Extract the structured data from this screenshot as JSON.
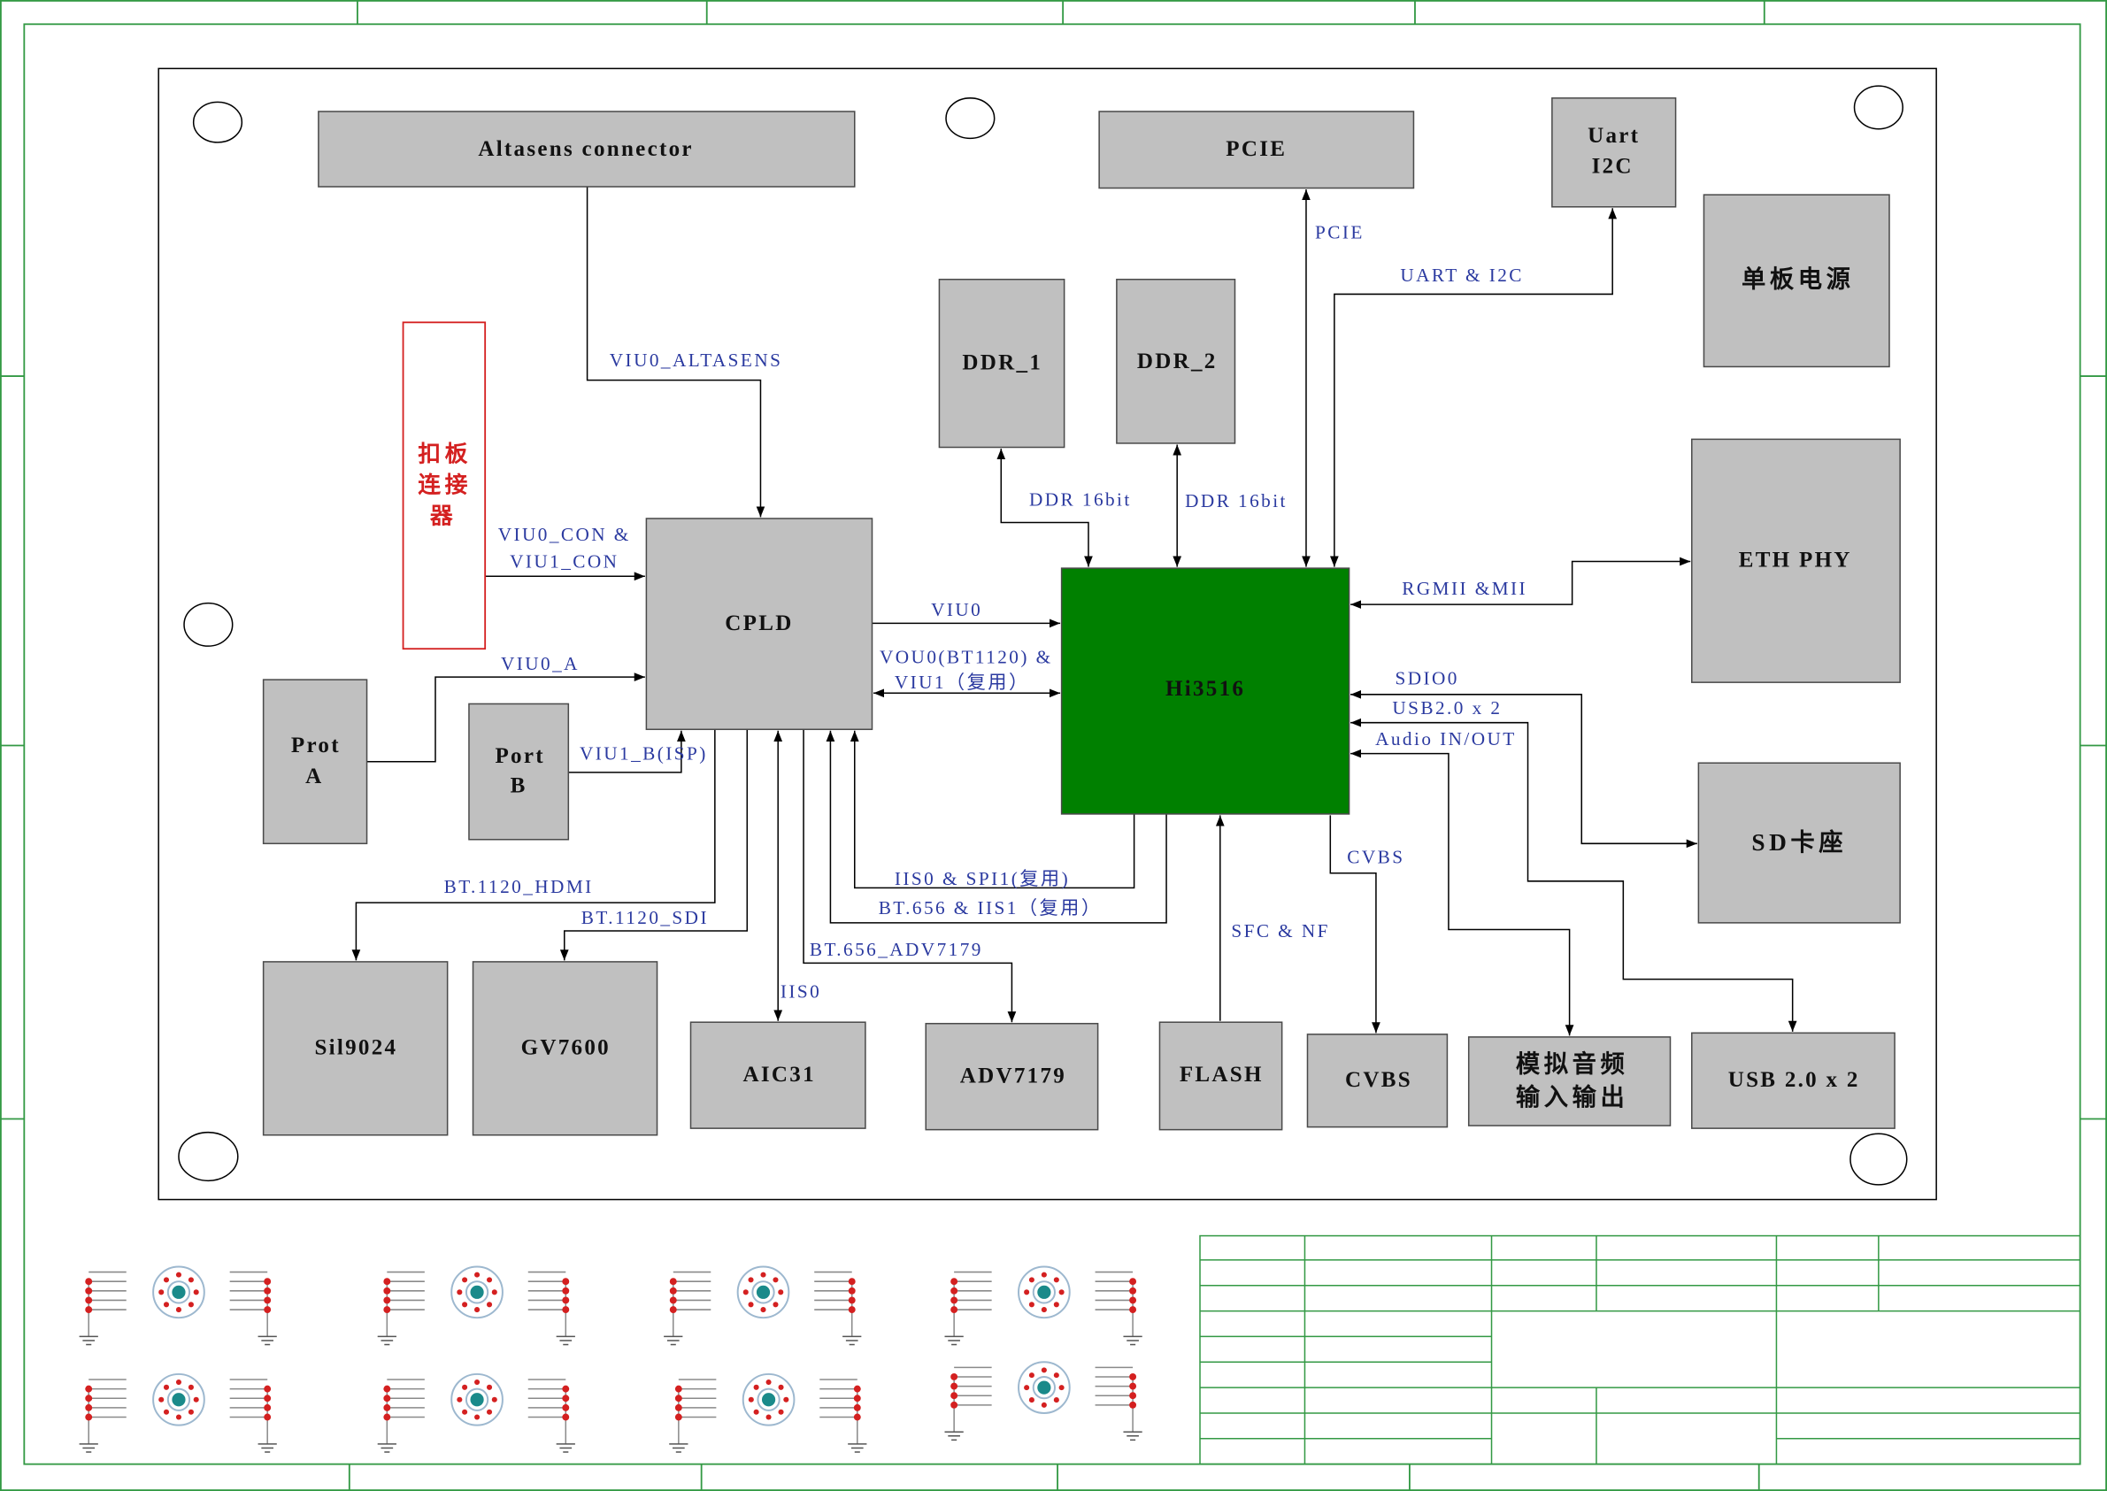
{
  "blocks": {
    "altasens_connector": "Altasens connector",
    "pcie": "PCIE",
    "uart_i2c": [
      "Uart",
      "I2C"
    ],
    "board_power": "单板电源",
    "ddr_1": "DDR_1",
    "ddr_2": "DDR_2",
    "eth_phy": "ETH PHY",
    "cpld": "CPLD",
    "soc": "Hi3516",
    "port_a": [
      "Prot",
      "A"
    ],
    "port_b": [
      "Port",
      "B"
    ],
    "sd_slot": "SD卡座",
    "sil9024": "Sil9024",
    "gv7600": "GV7600",
    "aic31": "AIC31",
    "adv7179": "ADV7179",
    "flash": "FLASH",
    "cvbs": "CVBS",
    "analog_audio": [
      "模拟音频",
      "输入输出"
    ],
    "usb": "USB 2.0 x 2",
    "daughter_connector": [
      "扣板",
      "连接",
      "器"
    ]
  },
  "signals": {
    "viu0_altasens": "VIU0_ALTASENS",
    "viu_con": [
      "VIU0_CON &",
      "VIU1_CON"
    ],
    "viu0_a": "VIU0_A",
    "viu1_b": "VIU1_B(ISP)",
    "viu0": "VIU0",
    "vou0_viu1": [
      "VOU0(BT1120) &",
      "VIU1（复用）"
    ],
    "bt1120_hdmi": "BT.1120_HDMI",
    "bt1120_sdi": "BT.1120_SDI",
    "iis0": "IIS0",
    "bt656_adv7179": "BT.656_ADV7179",
    "iis0_spi1": "IIS0 & SPI1(复用)",
    "bt656_iis1": "BT.656 & IIS1（复用）",
    "ddr1_bus": "DDR 16bit",
    "ddr2_bus": "DDR 16bit",
    "pcie_bus": "PCIE",
    "uart_i2c_bus": "UART & I2C",
    "rgmii": "RGMII &MII",
    "sdio": "SDIO0",
    "usb_bus": "USB2.0 x 2",
    "audio_bus": "Audio IN/OUT",
    "cvbs_bus": "CVBS",
    "flash_bus": "SFC & NF"
  },
  "colors": {
    "frame": "#339944",
    "block": "#c0c0c0",
    "soc": "#008000",
    "signal": "#2b3aa0",
    "red": "#d42020",
    "pad_ring": "#9db8cf",
    "pad_core": "#1a8a8a"
  }
}
